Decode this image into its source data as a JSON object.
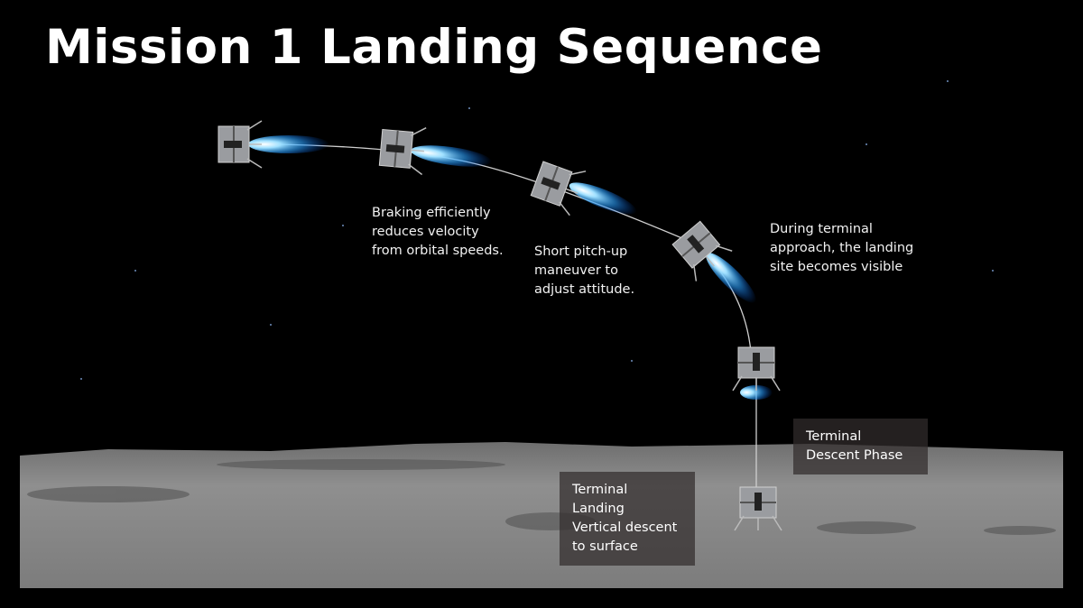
{
  "title": "Mission 1 Landing Sequence",
  "captions": {
    "braking": "Braking efficiently\nreduces velocity\nfrom orbital speeds.",
    "pitch_up": "Short pitch-up\nmaneuver to\nadjust attitude.",
    "terminal_approach": "During terminal\napproach, the landing\nsite becomes visible"
  },
  "labels": {
    "terminal_descent": "Terminal\nDescent Phase",
    "terminal_landing": "Terminal Landing\nVertical descent\nto surface"
  },
  "colors": {
    "plume": "#3fb8ff",
    "surface": "#8a8a8a",
    "background": "#000000"
  }
}
